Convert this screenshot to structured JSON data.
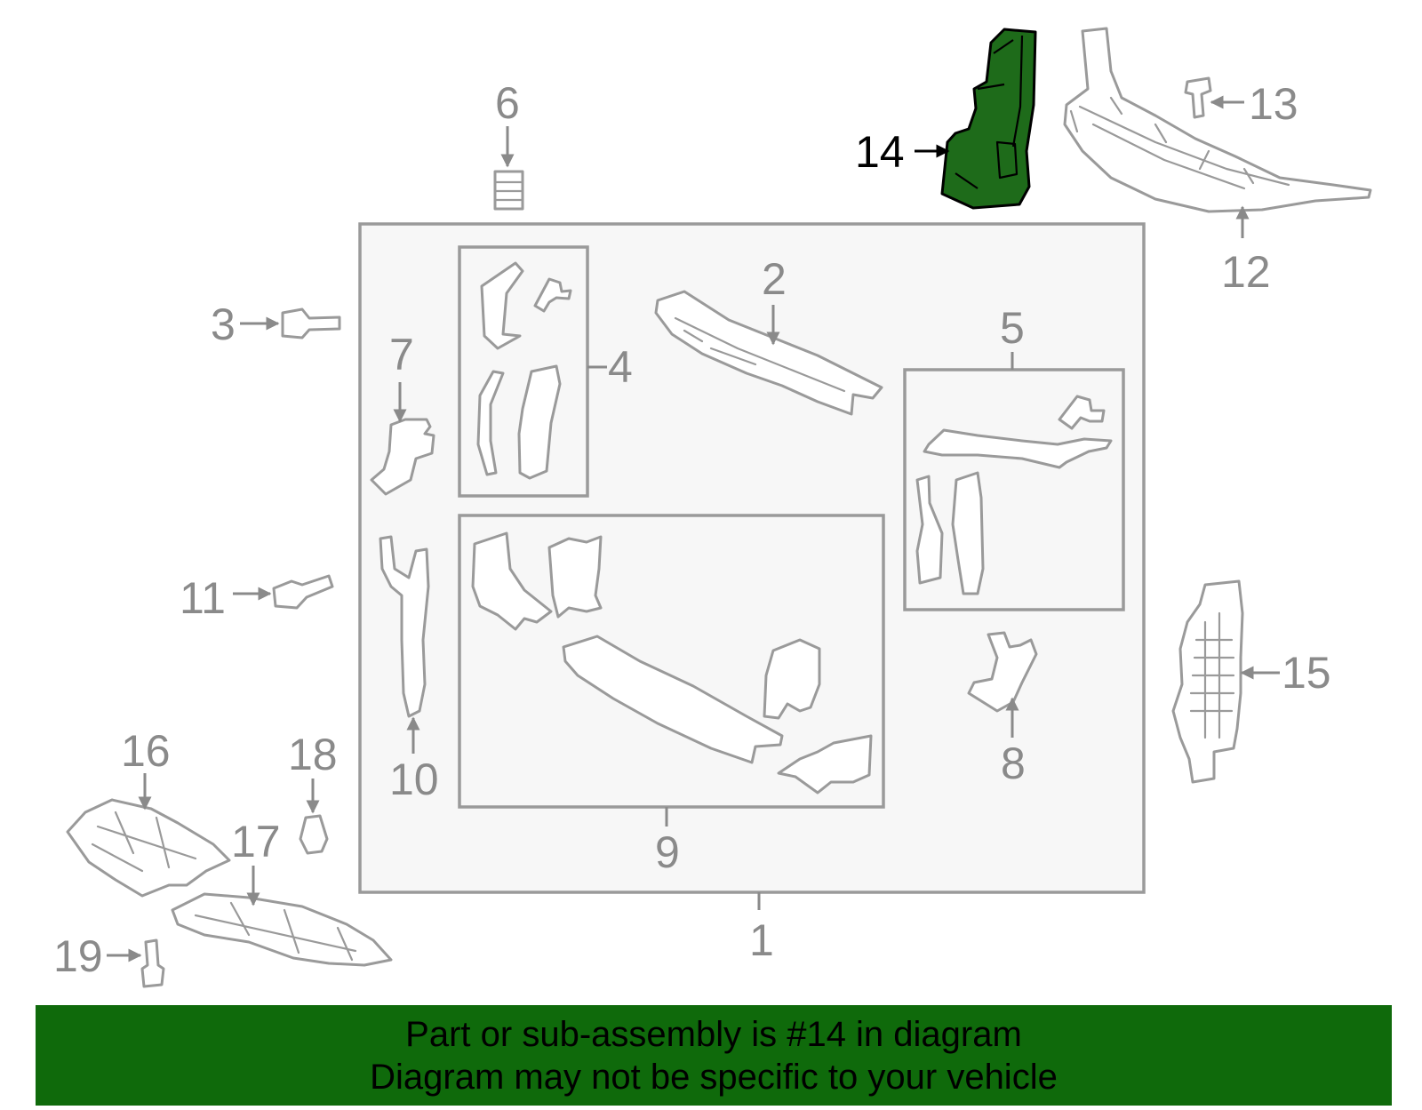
{
  "diagram": {
    "highlighted_part": "14",
    "highlight_color": "#1e6b1a",
    "callouts": [
      "1",
      "2",
      "3",
      "4",
      "5",
      "6",
      "7",
      "8",
      "9",
      "10",
      "11",
      "12",
      "13",
      "14",
      "15",
      "16",
      "17",
      "18",
      "19"
    ]
  },
  "banner": {
    "color": "#0f6a0b",
    "line1": "Part or sub-assembly is #14 in diagram",
    "line2": "Diagram may not be specific to your vehicle"
  }
}
